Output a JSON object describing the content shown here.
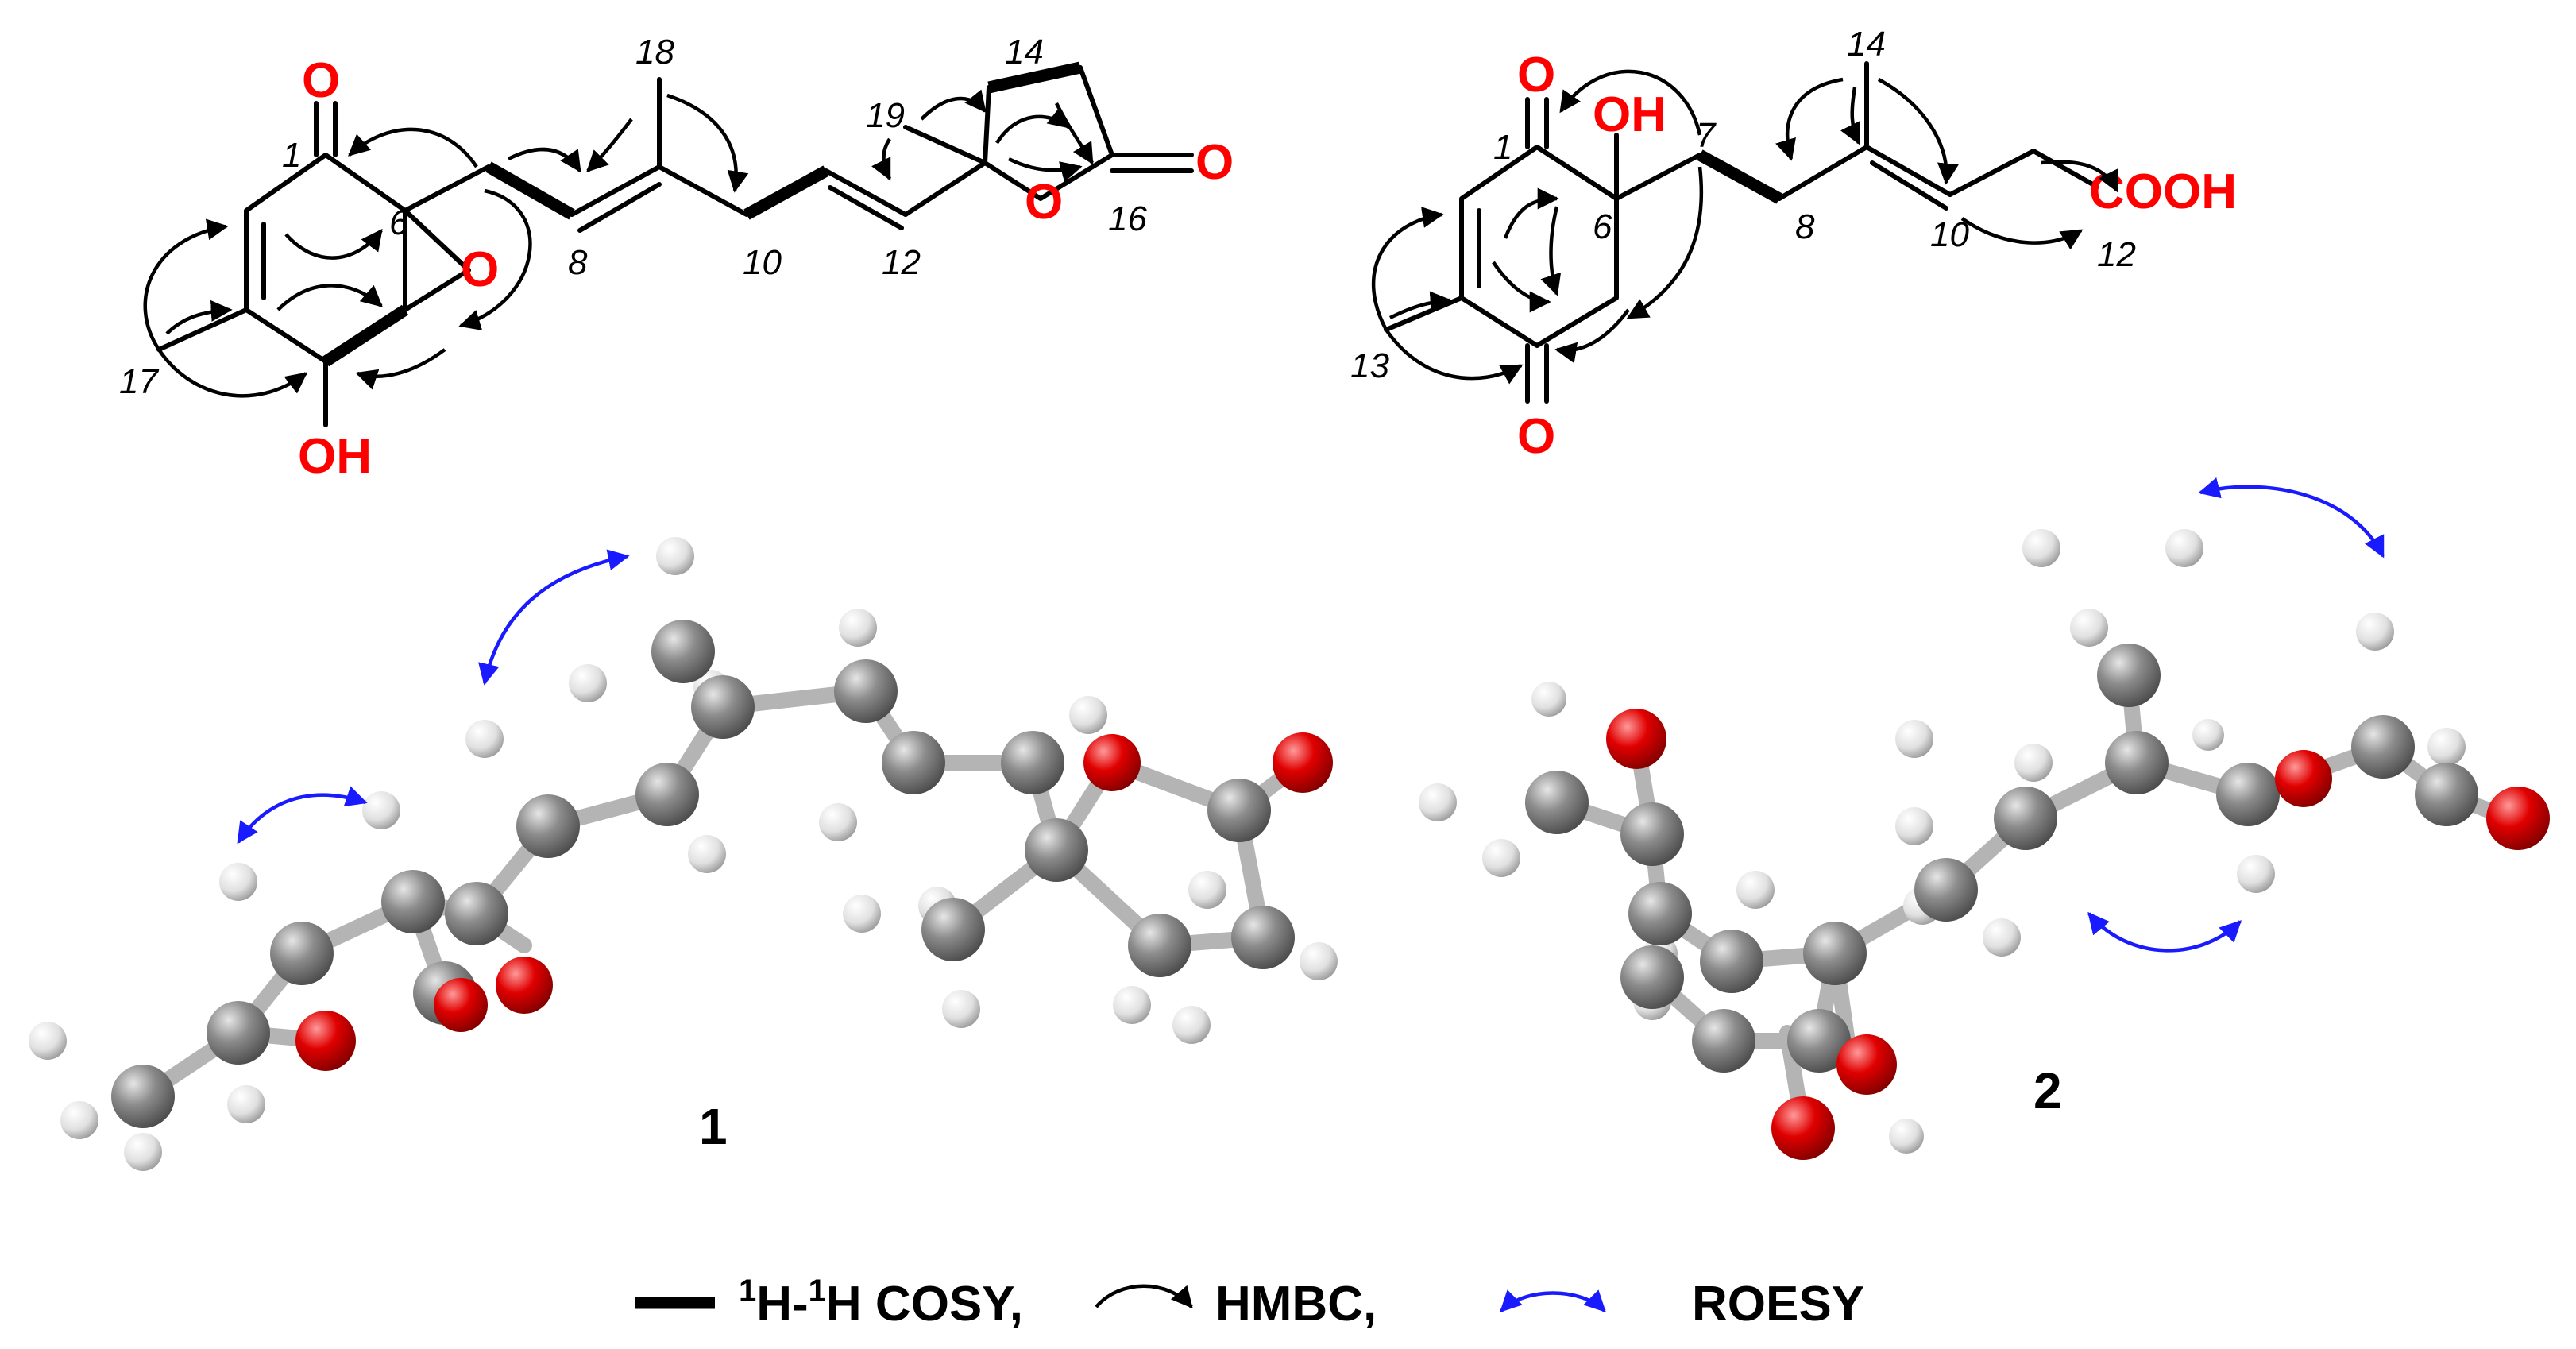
{
  "compound1": {
    "number": "1",
    "locants": [
      "1",
      "6",
      "8",
      "10",
      "12",
      "14",
      "16",
      "17",
      "18",
      "19"
    ],
    "heteroatoms": [
      "O",
      "OH",
      "O",
      "O",
      "O"
    ]
  },
  "compound2": {
    "number": "2",
    "locants": [
      "1",
      "6",
      "7",
      "8",
      "10",
      "12",
      "13",
      "14"
    ],
    "heteroatoms": [
      "O",
      "OH",
      "O",
      "COOH"
    ]
  },
  "legend": {
    "cosy_label": "H-",
    "cosy_sup1": "1",
    "cosy_sup2": "1",
    "cosy_tail": "H COSY,",
    "hmbc_label": "HMBC,",
    "roesy_label": "ROESY"
  },
  "colors": {
    "oxygen": "#ff0000",
    "carbon_ball": "#8c8c8c",
    "hydrogen_ball": "#e8e8e8",
    "roesy_arrow": "#1a1aff",
    "bond_black": "#000000"
  }
}
